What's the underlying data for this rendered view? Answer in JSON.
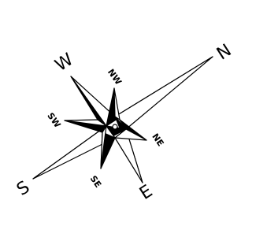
{
  "compass": {
    "labels": {
      "north": "N",
      "south": "S",
      "east": "E",
      "west": "W",
      "northeast": "NE",
      "northwest": "NW",
      "southeast": "SE",
      "southwest": "SW"
    },
    "colors": {
      "ink": "#000000",
      "paper": "#ffffff"
    }
  }
}
